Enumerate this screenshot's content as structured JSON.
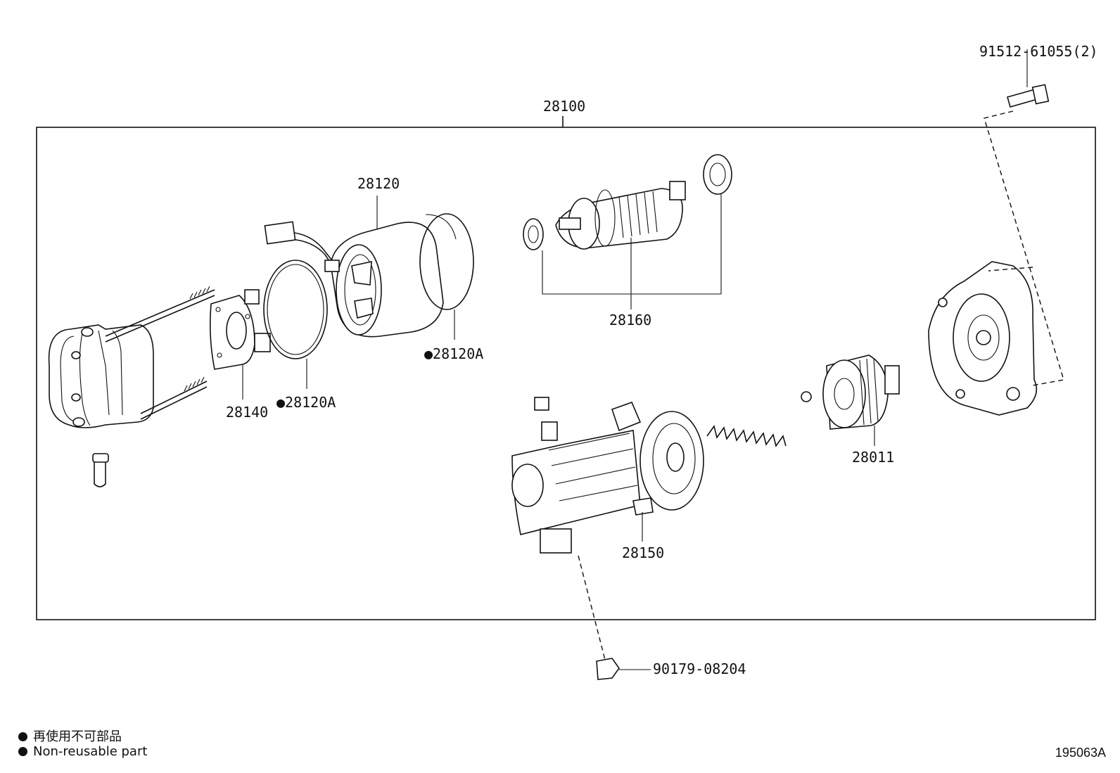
{
  "diagram": {
    "assembly_label": "28100",
    "parts": {
      "p28120": "28120",
      "p28160": "28160",
      "p28120A_left": "●28120A",
      "p28120A_right": "●28120A",
      "p28140": "28140",
      "p28011": "28011",
      "p28150": "28150",
      "bolt": "91512-61055(2)",
      "nut": "90179-08204"
    }
  },
  "legend": {
    "items": [
      {
        "symbol": "filled-circle-icon",
        "text": "再使用不可部品"
      },
      {
        "symbol": "filled-circle-icon",
        "text": "Non-reusable part"
      }
    ]
  },
  "figure_id": "195063A"
}
